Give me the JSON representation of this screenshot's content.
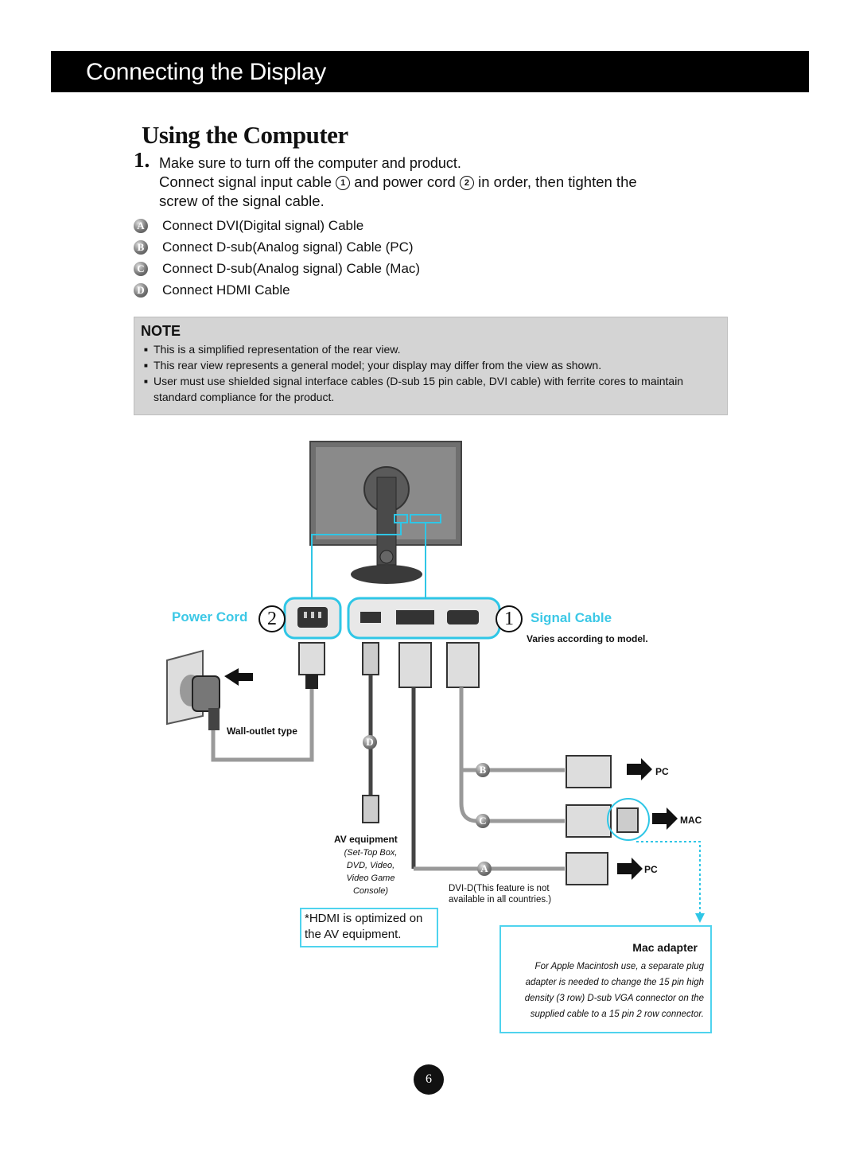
{
  "header": {
    "title": "Connecting the Display"
  },
  "section": {
    "title": "Using the Computer"
  },
  "step": {
    "number": "1.",
    "line1": "Make sure to turn off the computer and  product.",
    "line2_a": "Connect signal input cable",
    "line2_b": "and power cord",
    "line2_c": "in order, then tighten the",
    "line3": "screw of the signal cable.",
    "mark1": "1",
    "mark2": "2"
  },
  "connections": [
    {
      "letter": "A",
      "label": "Connect DVI(Digital signal) Cable"
    },
    {
      "letter": "B",
      "label": "Connect D-sub(Analog signal) Cable (PC)"
    },
    {
      "letter": "C",
      "label": "Connect D-sub(Analog signal) Cable (Mac)"
    },
    {
      "letter": "D",
      "label": "Connect HDMI Cable"
    }
  ],
  "note": {
    "title": "NOTE",
    "items": [
      "This is a simplified representation of the rear view.",
      "This rear view represents a general model; your display may differ from the view as shown.",
      "User must use shielded signal interface cables (D-sub 15 pin cable, DVI cable) with ferrite cores to maintain standard compliance for the product."
    ]
  },
  "diagram": {
    "power_cord_label": "Power Cord",
    "power_cord_num": "2",
    "signal_cable_label": "Signal Cable",
    "signal_cable_num": "1",
    "varies": "Varies according to model.",
    "wall_outlet": "Wall-outlet type",
    "av_equipment": "AV equipment",
    "av_line1": "(Set-Top Box,",
    "av_line2": "DVD, Video,",
    "av_line3": "Video Game",
    "av_line4": "Console)",
    "dvi_note_1": "DVI-D(This feature is not",
    "dvi_note_2": "available in all countries.)",
    "hdmi_note_1": "*HDMI is optimized on",
    "hdmi_note_2": "the AV equipment.",
    "pc_b": "PC",
    "mac_c": "MAC",
    "pc_a": "PC",
    "letter_a": "A",
    "letter_b": "B",
    "letter_c": "C",
    "letter_d": "D"
  },
  "mac_adapter": {
    "title": "Mac adapter",
    "desc_1": "For Apple Macintosh use, a  separate plug",
    "desc_2": "adapter is needed to change the 15 pin high",
    "desc_3": "density (3 row) D-sub VGA connector on the",
    "desc_4": "supplied cable to a 15 pin  2 row connector."
  },
  "page_number": "6",
  "colors": {
    "cyan": "#3cc8e6",
    "header_bg": "#000000",
    "note_bg": "#d4d4d4"
  }
}
